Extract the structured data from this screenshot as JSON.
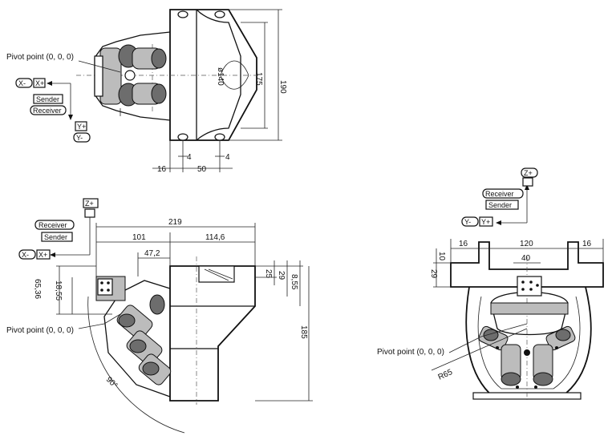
{
  "views": {
    "top": {
      "dims": {
        "overall": "190",
        "inner": "175",
        "dia": "ø140",
        "span": "50",
        "edge": "16",
        "gap_a": "4",
        "gap_b": "4"
      },
      "pivot": "Pivot point (0, 0, 0)",
      "axes": {
        "x_pos": "X+",
        "x_neg": "X-",
        "y_pos": "Y+",
        "y_neg": "Y-",
        "sender": "Sender",
        "receiver": "Receiver"
      }
    },
    "side": {
      "dims": {
        "total": "219",
        "d101": "101",
        "d114": "114,6",
        "d47": "47,2",
        "d25": "25",
        "d29": "29",
        "d8": "8,55",
        "d65": "65,36",
        "d18": "18,55",
        "h185": "185"
      },
      "angle": "90°",
      "pivot": "Pivot point (0, 0, 0)",
      "axes": {
        "x_pos": "X+",
        "x_neg": "X-",
        "z_pos": "Z+",
        "sender": "Sender",
        "receiver": "Receiver"
      }
    },
    "front": {
      "dims": {
        "width": "120",
        "left": "16",
        "right": "16",
        "top": "10",
        "slot": "40",
        "height": "29",
        "radius": "R65"
      },
      "pivot": "Pivot point (0, 0, 0)",
      "axes": {
        "y_pos": "Y+",
        "y_neg": "Y-",
        "z_pos": "Z+",
        "sender": "Sender",
        "receiver": "Receiver"
      }
    }
  }
}
